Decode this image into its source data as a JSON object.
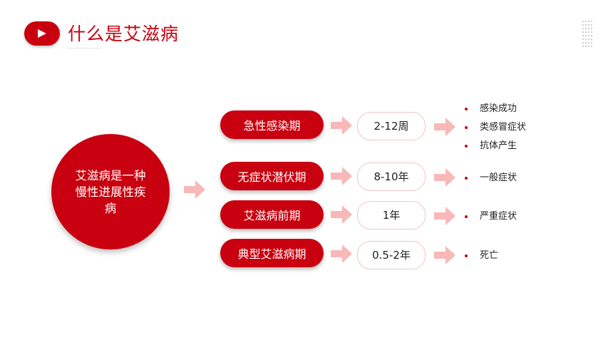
{
  "header": {
    "title": "什么是艾滋病",
    "play_icon": "play-icon"
  },
  "center": {
    "text": "艾滋病是一种慢性进展性疾病"
  },
  "colors": {
    "accent": "#c8000f",
    "arrow": "#f8b8b8",
    "duration_border": "#f2c5c5"
  },
  "stages": [
    {
      "name": "急性感染期",
      "duration": "2-12周",
      "symptoms": [
        "感染成功",
        "类感冒症状",
        "抗体产生"
      ]
    },
    {
      "name": "无症状潜伏期",
      "duration": "8-10年",
      "symptoms": [
        "一般症状"
      ]
    },
    {
      "name": "艾滋病前期",
      "duration": "1年",
      "symptoms": [
        "严重症状"
      ]
    },
    {
      "name": "典型艾滋病期",
      "duration": "0.5-2年",
      "symptoms": [
        "死亡"
      ]
    }
  ]
}
